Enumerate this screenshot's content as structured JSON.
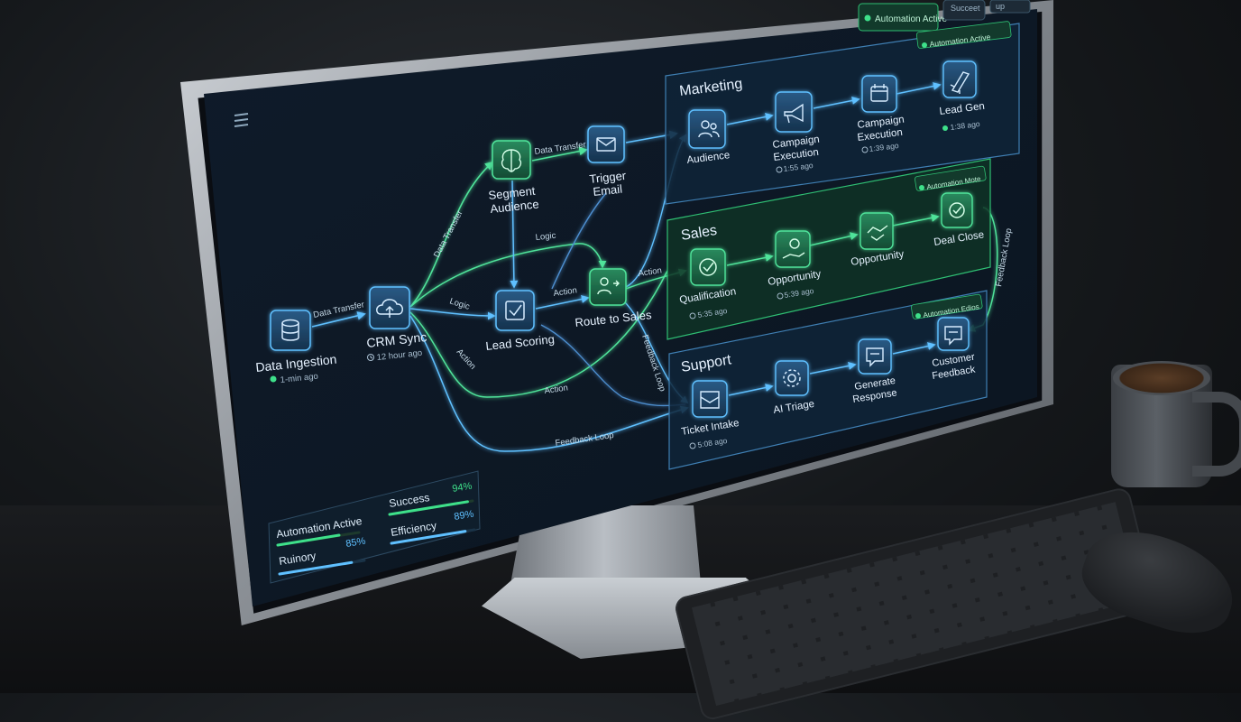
{
  "toolbar": {
    "automation_active": "Automation Active",
    "succeeded": "Succeet",
    "up": "up"
  },
  "canvas": {
    "menu_icon": "hamburger-menu-icon"
  },
  "nodes": {
    "data_ingestion": {
      "label": "Data Ingestion",
      "meta": "1-min ago"
    },
    "crm_sync": {
      "label": "CRM Sync",
      "meta": "12 hour ago"
    },
    "segment_audience": {
      "label1": "Segment",
      "label2": "Audience"
    },
    "trigger_email": {
      "label1": "Trigger",
      "label2": "Email"
    },
    "lead_scoring": {
      "label": "Lead Scoring"
    },
    "route_to_sales": {
      "label": "Route to Sales"
    }
  },
  "edges": {
    "data_transfer_1": "Data Transfer",
    "data_transfer_2": "Data Transfer",
    "data_transfer_3": "Data Transfer",
    "logic_1": "Logic",
    "logic_2": "Logic",
    "action_1": "Action",
    "action_2": "Action",
    "action_3": "Action",
    "action_4": "Action",
    "feedback_loop_1": "Feedback Loop",
    "feedback_loop_2": "Feedback Loop",
    "feedback_loop_3": "Feedback Loop"
  },
  "groups": {
    "marketing": {
      "title": "Marketing",
      "badge": "Automation Active",
      "nodes": [
        {
          "label1": "Audience",
          "label2": "",
          "meta": ""
        },
        {
          "label1": "Campaign",
          "label2": "Execution",
          "meta": "1:55 ago"
        },
        {
          "label1": "Campaign",
          "label2": "Execution",
          "meta": "1:39 ago"
        },
        {
          "label1": "Lead Gen",
          "label2": "",
          "meta": "1:38 ago"
        }
      ]
    },
    "sales": {
      "title": "Sales",
      "badge": "Automation Mote",
      "nodes": [
        {
          "label1": "Qualification",
          "meta": "5:35 ago"
        },
        {
          "label1": "Opportunity",
          "meta": "5:39 ago"
        },
        {
          "label1": "Opportunity",
          "meta": ""
        },
        {
          "label1": "Deal Close",
          "meta": ""
        }
      ]
    },
    "support": {
      "title": "Support",
      "badge": "Automation Edios",
      "nodes": [
        {
          "label1": "Ticket Intake",
          "label2": "",
          "meta": "5:08 ago"
        },
        {
          "label1": "AI Triage",
          "label2": "",
          "meta": ""
        },
        {
          "label1": "Generate",
          "label2": "Response",
          "meta": ""
        },
        {
          "label1": "Customer",
          "label2": "Feedback",
          "meta": ""
        }
      ]
    }
  },
  "stats": {
    "automation_active": "Automation Active",
    "runtime_label": "Ruinory",
    "runtime_value": "85%",
    "runtime_fraction": 0.85,
    "success_label": "Success",
    "success_value": "94%",
    "success_fraction": 0.94,
    "efficiency_label": "Efficiency",
    "efficiency_value": "89%",
    "efficiency_fraction": 0.89
  },
  "colors": {
    "accent_blue": "#4fb3ff",
    "accent_green": "#3ee08a",
    "node_fill": "#1b3a55",
    "panel_bg": "#0f1d2b"
  }
}
